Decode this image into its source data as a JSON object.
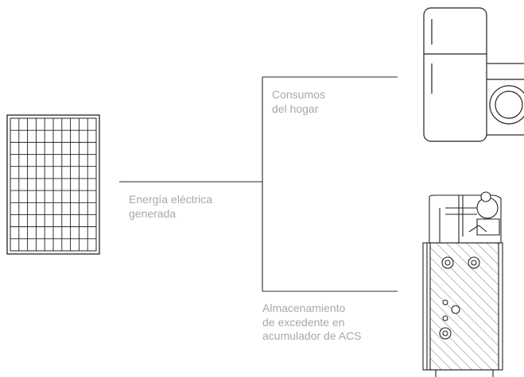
{
  "labels": {
    "energy_line1": "Energía eléctrica",
    "energy_line2": "generada",
    "home_line1": "Consumos",
    "home_line2": "del hogar",
    "storage_line1": "Almacenamiento",
    "storage_line2": "de excedente en",
    "storage_line3": "acumulador de ACS"
  },
  "icons": [
    "solar-panel-icon",
    "fridge-icon",
    "washing-machine-icon",
    "water-heater-icon"
  ],
  "colors": {
    "line": "#2b2b2b",
    "label": "#a8a8a8",
    "background": "#ffffff"
  }
}
